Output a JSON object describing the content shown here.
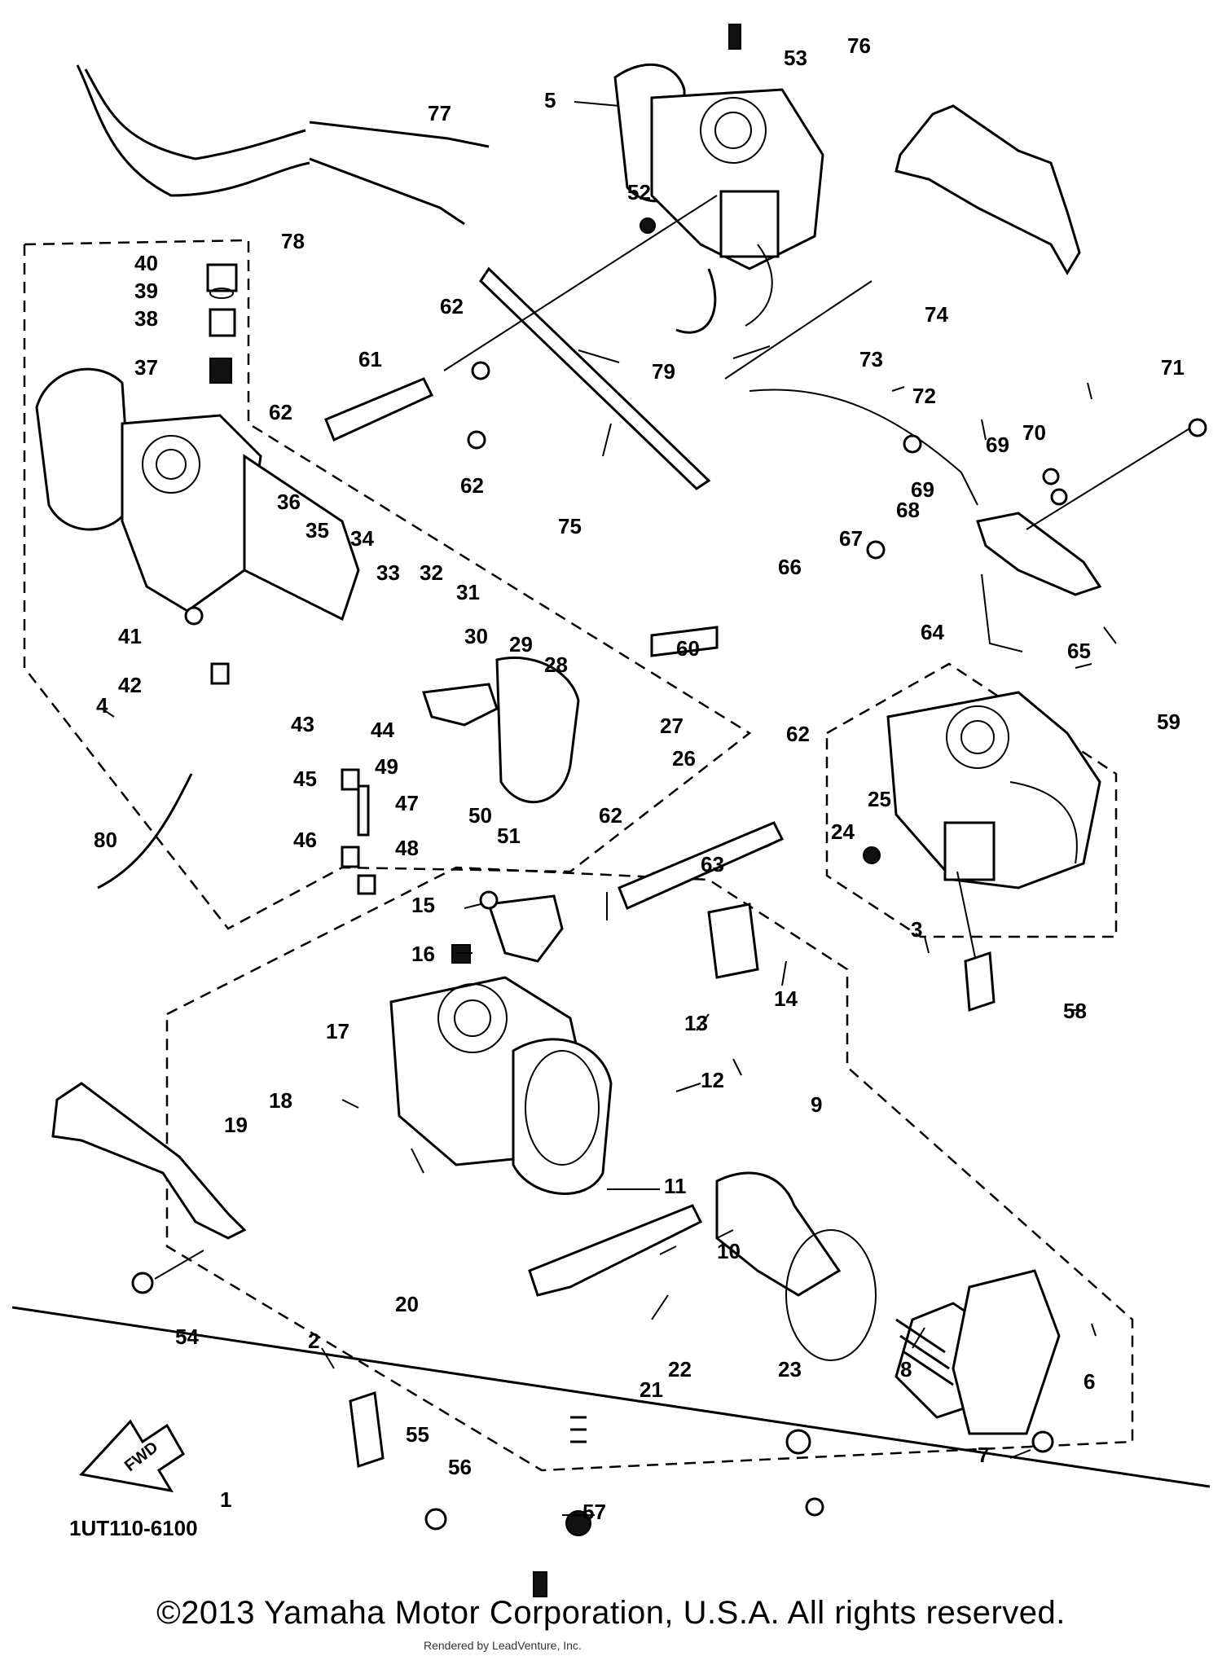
{
  "diagram": {
    "drawing_code": "1UT110-6100",
    "front_arrow_label": "FWD",
    "copyright": "©2013 Yamaha Motor Corporation, U.S.A. All rights reserved.",
    "watermark": "Rendered by LeadVenture, Inc."
  },
  "callouts": [
    "1",
    "2",
    "3",
    "4",
    "5",
    "6",
    "7",
    "8",
    "9",
    "10",
    "11",
    "12",
    "13",
    "14",
    "15",
    "16",
    "17",
    "18",
    "19",
    "20",
    "21",
    "22",
    "23",
    "24",
    "25",
    "26",
    "27",
    "28",
    "29",
    "30",
    "31",
    "32",
    "33",
    "34",
    "35",
    "36",
    "37",
    "38",
    "39",
    "40",
    "41",
    "42",
    "43",
    "44",
    "45",
    "46",
    "47",
    "48",
    "49",
    "50",
    "51",
    "52",
    "53",
    "54",
    "55",
    "56",
    "57",
    "58",
    "59",
    "60",
    "61",
    "62",
    "62",
    "62",
    "62",
    "62",
    "63",
    "64",
    "65",
    "66",
    "67",
    "68",
    "69",
    "69",
    "70",
    "71",
    "72",
    "73",
    "74",
    "75",
    "76",
    "77",
    "78",
    "79",
    "80"
  ]
}
